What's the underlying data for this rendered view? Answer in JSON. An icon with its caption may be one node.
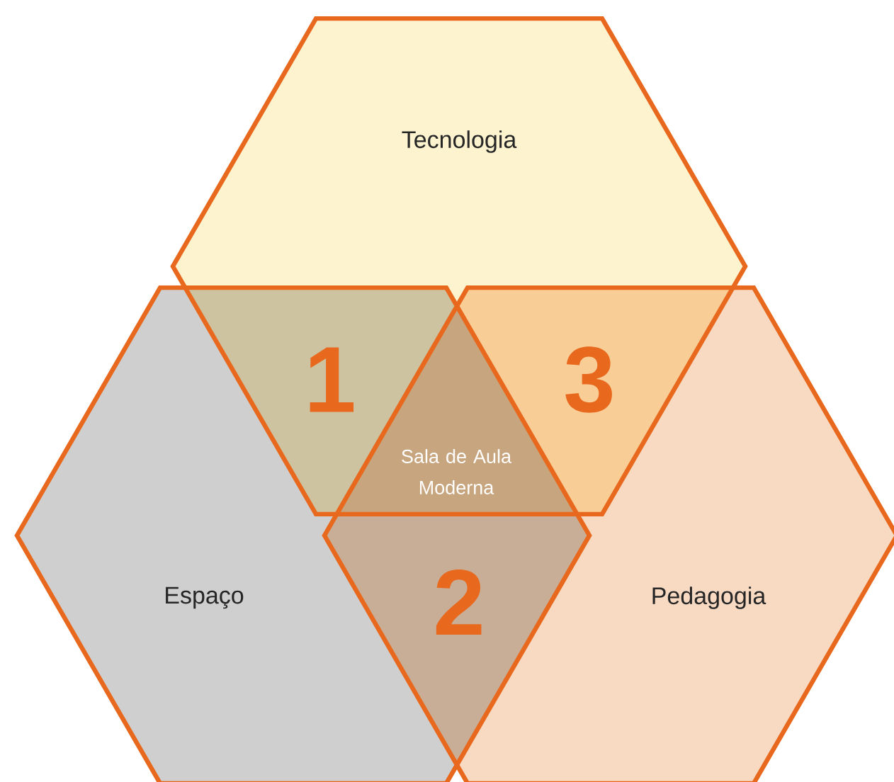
{
  "diagram": {
    "nodes": [
      {
        "text": [
          "Tecnologia"
        ]
      },
      {
        "text": [
          "Espaço"
        ]
      },
      {
        "text": [
          "Pedagogia"
        ]
      }
    ],
    "labels": [
      "1",
      "3",
      "Sala de Aula Moderna",
      "2"
    ]
  }
}
